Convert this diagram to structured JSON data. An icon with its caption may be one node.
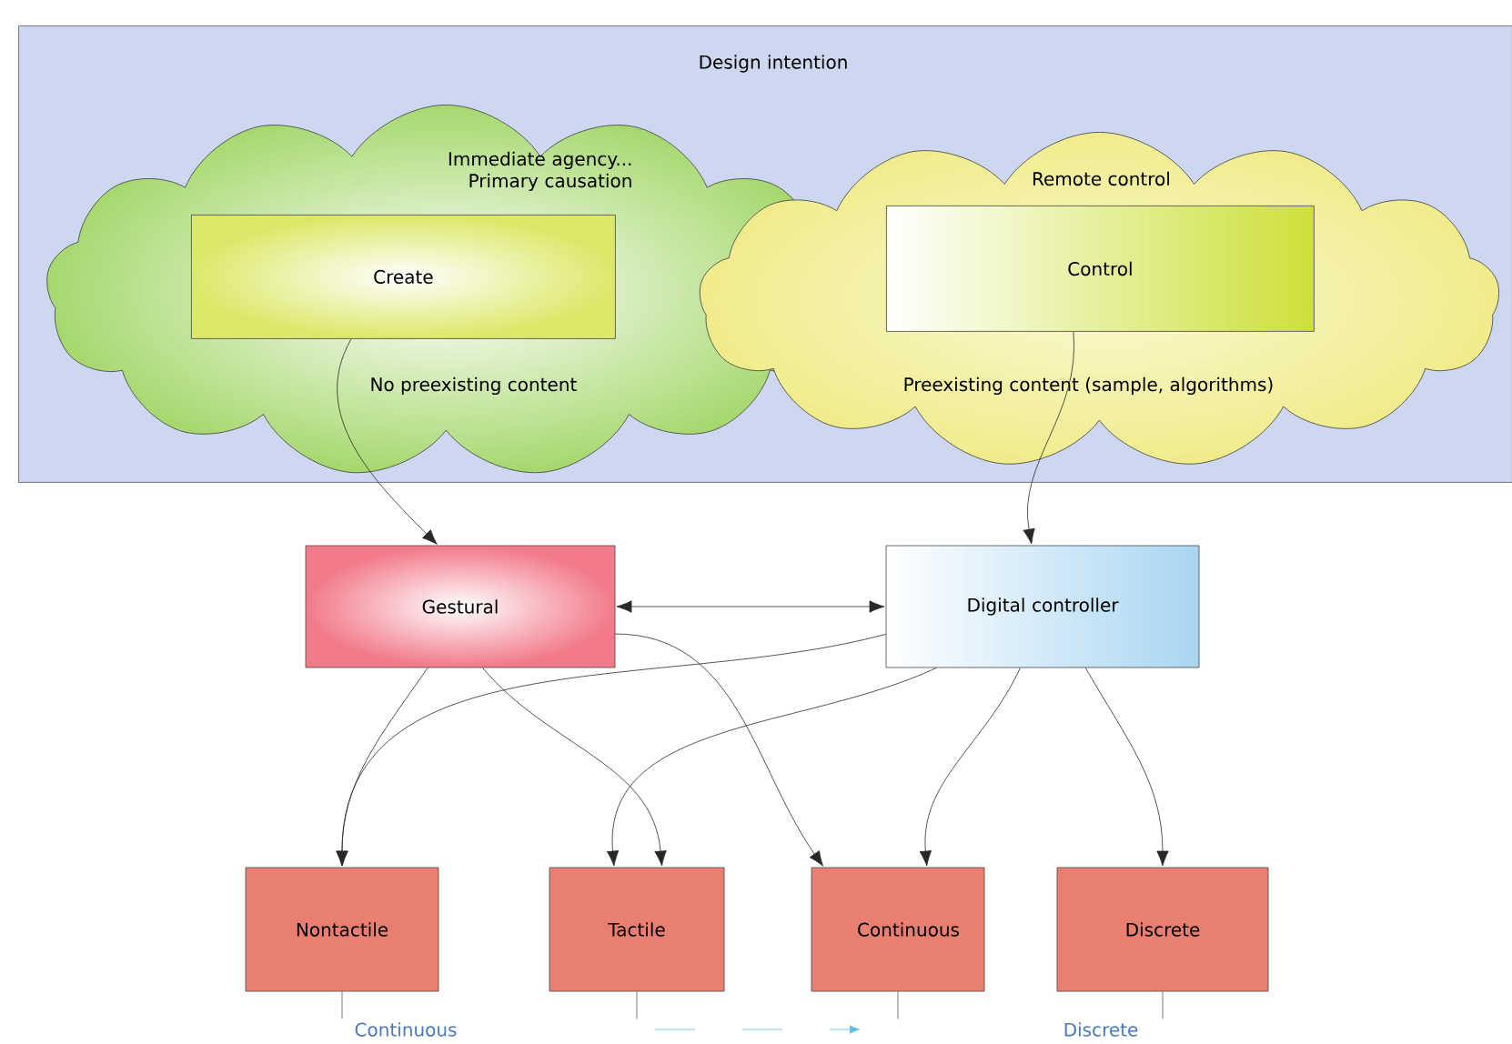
{
  "diagram": {
    "nodes": [
      {
        "text": [
          "Design intention"
        ]
      },
      {
        "text": [
          "Immediate agency... Primary causation",
          "No preexisting content"
        ],
        "in": 0
      },
      {
        "text": [
          "Create"
        ],
        "in": 1
      },
      {
        "text": [
          "Remote control",
          "Preexisting content (sample, algorithms)"
        ],
        "in": 0
      },
      {
        "text": [
          "Control"
        ],
        "in": 3
      },
      {
        "text": [
          "Gestural"
        ]
      },
      {
        "text": [
          "Digital controller"
        ]
      },
      {
        "text": [
          "Nontactile"
        ]
      },
      {
        "text": [
          "Tactile"
        ]
      },
      {
        "text": [
          "Continuous"
        ]
      },
      {
        "text": [
          "Discrete"
        ]
      }
    ],
    "edges": [
      {
        "from": 2,
        "to": 5,
        "arrow": "to"
      },
      {
        "from": 4,
        "to": 6,
        "arrow": "to"
      },
      {
        "from": 5,
        "to": 6,
        "arrow": "both"
      },
      {
        "from": 5,
        "to": 7,
        "arrow": "to"
      },
      {
        "from": 5,
        "to": 8,
        "arrow": "to"
      },
      {
        "from": 5,
        "to": 9,
        "arrow": "to"
      },
      {
        "from": 6,
        "to": 7,
        "arrow": "to"
      },
      {
        "from": 6,
        "to": 8,
        "arrow": "to"
      },
      {
        "from": 6,
        "to": 9,
        "arrow": "to"
      },
      {
        "from": 6,
        "to": 10,
        "arrow": "to"
      }
    ],
    "labels": [
      "Continuous",
      "Discrete"
    ]
  }
}
